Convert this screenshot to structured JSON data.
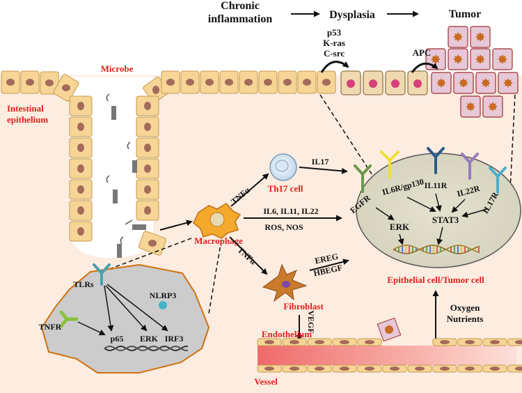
{
  "header": {
    "chronic": "Chronic",
    "inflammation": "inflammation",
    "dysplasia": "Dysplasia",
    "tumor": "Tumor"
  },
  "mutations": {
    "p53": "p53",
    "kras": "K-ras",
    "csrc": "C-src",
    "apc": "APC"
  },
  "labels": {
    "microbe": "Microbe",
    "epithelium_1": "Intestinal",
    "epithelium_2": "epithelium",
    "macrophage": "Macrophage",
    "th17": "Th17 cell",
    "fibroblast": "Fibroblast",
    "endothelium": "Endothelium",
    "vessel": "Vessel",
    "epithelial_tumor_cell": "Epithelial cell/Tumor cell",
    "oxygen": "Oxygen",
    "nutrients": "Nutrients"
  },
  "signals": {
    "tnfa_top": "TNFα",
    "il17": "IL17",
    "il_line": "IL6, IL11, IL22",
    "ros_nos": "ROS, NOS",
    "tnfa_bottom": "TNFα",
    "ereg": "EREG",
    "hbegf": "HBEGF",
    "vegf": "VEGF"
  },
  "receptors": {
    "egfr": "EGFR",
    "il6r": "IL6R/gp130",
    "il11r": "IL11R",
    "il22r": "IL22R",
    "il17r": "IL17R",
    "erk": "ERK",
    "stat3": "STAT3"
  },
  "macrophage_detail": {
    "tlrs": "TLRs",
    "tnfr": "TNFR",
    "nlrp3": "NLRP3",
    "p65": "p65",
    "erk": "ERK",
    "irf3": "IRF3"
  },
  "colors": {
    "background_tissue": "#fdece0",
    "epithelial_cell": "#f6d596",
    "nucleus": "#a46a5a",
    "tumor_cell": "#e6c8d8",
    "tumor_nucleus": "#c96a22",
    "label_red": "#e0201c",
    "receptor_yellow": "#f0e030",
    "receptor_blue": "#2a5a8a",
    "receptor_purple": "#9a7ab8",
    "receptor_cyan": "#4ab0cc",
    "receptor_green": "#7aa040",
    "egfr_green": "#6a9a4a"
  }
}
